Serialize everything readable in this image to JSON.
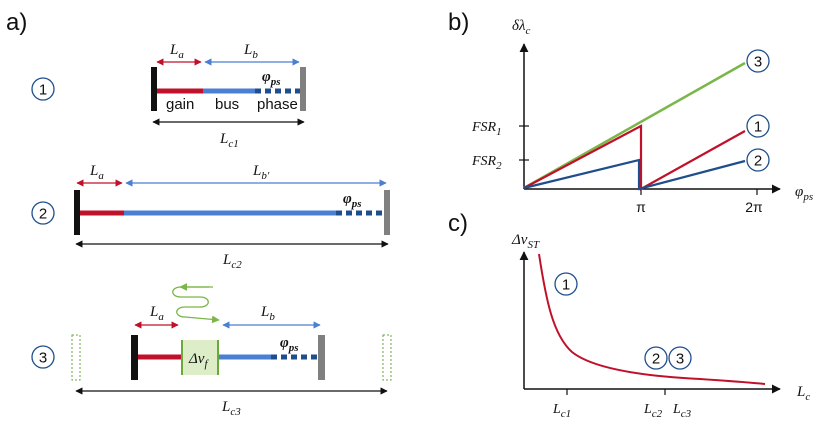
{
  "panels": {
    "a": "a)",
    "b": "b)",
    "c": "c)"
  },
  "colors": {
    "gain": "#c0112b",
    "bus": "#4a7fd1",
    "phase": "#1f4e8c",
    "mirror_dark": "#111111",
    "mirror_grey": "#808080",
    "filter_fill": "#dcedc8",
    "filter_edge": "#6aaa3a",
    "trace_green": "#7ab648",
    "trace_red": "#c0112b",
    "trace_blue": "#1f4e8c",
    "circle_stroke": "#1f4e8c"
  },
  "diagram": {
    "circles": [
      "1",
      "2",
      "3"
    ],
    "cavity1": {
      "La": "L",
      "La_sub": "a",
      "Lb": "L",
      "Lb_sub": "b",
      "phi": "φ",
      "phi_sub": "ps",
      "gain": "gain",
      "bus": "bus",
      "phase": "phase",
      "Lc": "L",
      "Lc_sub": "c1"
    },
    "cavity2": {
      "La": "L",
      "La_sub": "a",
      "Lb": "L",
      "Lb_sub": "b′",
      "phi": "φ",
      "phi_sub": "ps",
      "Lc": "L",
      "Lc_sub": "c2"
    },
    "cavity3": {
      "La": "L",
      "La_sub": "a",
      "Lb": "L",
      "Lb_sub": "b",
      "phi": "φ",
      "phi_sub": "ps",
      "filter": "Δν",
      "filter_sub": "f",
      "Lc": "L",
      "Lc_sub": "c3"
    }
  },
  "plot_b": {
    "ylabel": "δλ",
    "ylabel_sub": "c",
    "xlabel": "φ",
    "xlabel_sub": "ps",
    "yticks": [
      {
        "t": "FSR",
        "s": "1"
      },
      {
        "t": "FSR",
        "s": "2"
      }
    ],
    "xticks": [
      "π",
      "2π"
    ],
    "markers": [
      "3",
      "1",
      "2"
    ]
  },
  "plot_c": {
    "ylabel": "Δν",
    "ylabel_sub": "ST",
    "xlabel": "L",
    "xlabel_sub": "c",
    "xticks": [
      {
        "t": "L",
        "s": "c1"
      },
      {
        "t": "L",
        "s": "c2"
      },
      {
        "t": "L",
        "s": "c3"
      }
    ],
    "markers": [
      "1",
      "2",
      "3"
    ]
  }
}
